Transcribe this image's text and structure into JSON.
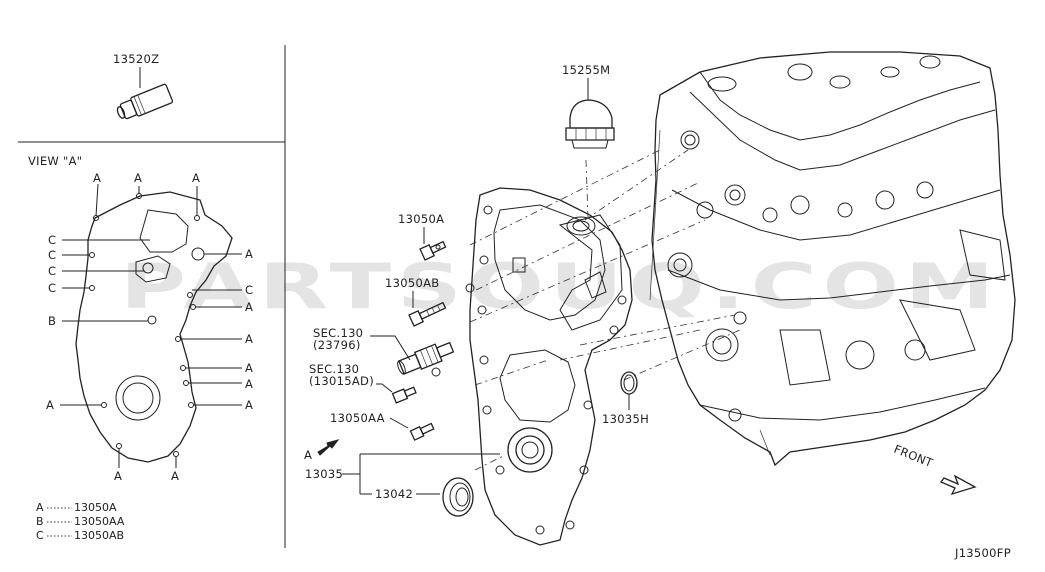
{
  "watermark": "PARTSOUQ.COM",
  "diagram_id": "J13500FP",
  "top_left_part": "13520Z",
  "view_title": "VIEW \"A\"",
  "view_labels": {
    "a": "A",
    "b": "B",
    "c": "C"
  },
  "legend": [
    {
      "key": "A",
      "part": "13050A"
    },
    {
      "key": "B",
      "part": "13050AA"
    },
    {
      "key": "C",
      "part": "13050AB"
    }
  ],
  "callouts": {
    "p15255m": "15255M",
    "p13050a": "13050A",
    "p13050ab": "13050AB",
    "sec130a": "SEC.130",
    "sec130a_sub": "(23796)",
    "sec130b": "SEC.130",
    "sec130b_sub": "(13015AD)",
    "p13050aa": "13050AA",
    "p13035h": "13035H",
    "p13035": "13035",
    "p13042": "13042",
    "view_arrow": "A",
    "front": "FRONT"
  }
}
